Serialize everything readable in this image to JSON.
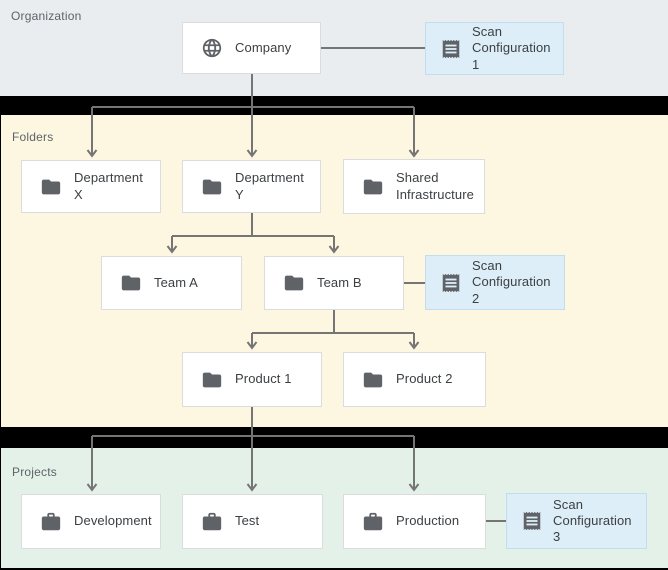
{
  "sections": {
    "organization": {
      "label": "Organization"
    },
    "folders": {
      "label": "Folders"
    },
    "projects": {
      "label": "Projects"
    }
  },
  "nodes": {
    "company": {
      "label": "Company",
      "icon": "globe-icon",
      "section": "organization"
    },
    "scan_config_1": {
      "label": "Scan Configuration 1",
      "icon": "scan-config-icon",
      "section": "organization"
    },
    "department_x": {
      "label": "Department X",
      "icon": "folder-icon",
      "section": "folders"
    },
    "department_y": {
      "label": "Department Y",
      "icon": "folder-icon",
      "section": "folders"
    },
    "shared_infrastructure": {
      "label": "Shared Infrastructure",
      "icon": "folder-icon",
      "section": "folders"
    },
    "team_a": {
      "label": "Team A",
      "icon": "folder-icon",
      "section": "folders"
    },
    "team_b": {
      "label": "Team B",
      "icon": "folder-icon",
      "section": "folders"
    },
    "scan_config_2": {
      "label": "Scan Configuration 2",
      "icon": "scan-config-icon",
      "section": "folders"
    },
    "product_1": {
      "label": "Product 1",
      "icon": "folder-icon",
      "section": "folders"
    },
    "product_2": {
      "label": "Product 2",
      "icon": "folder-icon",
      "section": "folders"
    },
    "development": {
      "label": "Development",
      "icon": "briefcase-icon",
      "section": "projects"
    },
    "test": {
      "label": "Test",
      "icon": "briefcase-icon",
      "section": "projects"
    },
    "production": {
      "label": "Production",
      "icon": "briefcase-icon",
      "section": "projects"
    },
    "scan_config_3": {
      "label": "Scan Configuration 3",
      "icon": "scan-config-icon",
      "section": "projects"
    }
  },
  "edges": [
    {
      "from": "company",
      "to": "department_x",
      "type": "arrow"
    },
    {
      "from": "company",
      "to": "department_y",
      "type": "arrow"
    },
    {
      "from": "company",
      "to": "shared_infrastructure",
      "type": "arrow"
    },
    {
      "from": "company",
      "to": "scan_config_1",
      "type": "association"
    },
    {
      "from": "department_y",
      "to": "team_a",
      "type": "arrow"
    },
    {
      "from": "department_y",
      "to": "team_b",
      "type": "arrow"
    },
    {
      "from": "team_b",
      "to": "scan_config_2",
      "type": "association"
    },
    {
      "from": "team_b",
      "to": "product_1",
      "type": "arrow"
    },
    {
      "from": "team_b",
      "to": "product_2",
      "type": "arrow"
    },
    {
      "from": "product_1",
      "to": "development",
      "type": "arrow"
    },
    {
      "from": "product_1",
      "to": "test",
      "type": "arrow"
    },
    {
      "from": "product_1",
      "to": "production",
      "type": "arrow"
    },
    {
      "from": "production",
      "to": "scan_config_3",
      "type": "association"
    }
  ],
  "colors": {
    "organization-bg": "#e9edf0",
    "folders-bg": "#fdf6e0",
    "projects-bg": "#e4f1e9",
    "node-bg": "#ffffff",
    "node-border": "#dadce0",
    "scan-node-bg": "#ddeef9",
    "scan-node-border": "#c3ddf0",
    "icon-color": "#5f6368",
    "label-color": "#3c4043",
    "section-label-color": "#5f6368",
    "connector-color": "#757575",
    "divider-color": "#000000"
  }
}
